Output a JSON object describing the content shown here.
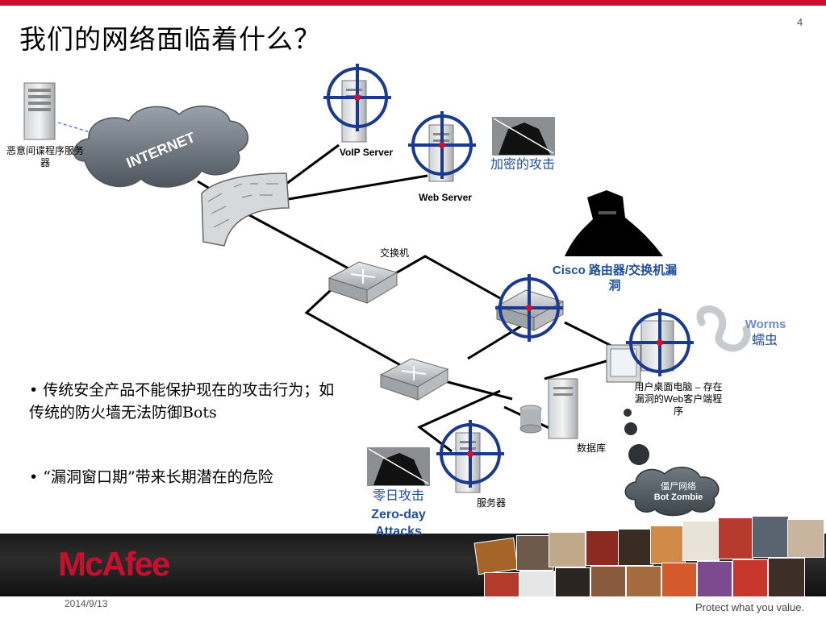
{
  "page": {
    "title": "我们的网络面临着什么？",
    "page_number": "4"
  },
  "diagram": {
    "internet_label": "INTERNET",
    "malicious_server_label": "恶意间谍程序服务器",
    "voip_server_label": "VoIP Server",
    "web_server_label": "Web Server",
    "encrypted_attack_label": "加密的攻击",
    "switch_label": "交换机",
    "cisco_vuln_label": "Cisco 路由器/交换机漏洞",
    "worms_label": "Worms",
    "worms_cn_label": "蠕虫",
    "desktop_label": "用户桌面电脑 – 存在漏洞的Web客户端程序",
    "database_label": "数据库",
    "server_label": "服务器",
    "zombie_label_cn": "僵尸网络",
    "zombie_label_en": "Bot Zombie",
    "zeroday_cn": "零日攻击",
    "zeroday_en": "Zero-day Attacks"
  },
  "bullets": [
    "• 传统安全产品不能保护现在的攻击行为；如传统的防火墙无法防御Bots",
    "• “漏洞窗口期”带来长期潜在的危险"
  ],
  "footer": {
    "logo": "McAfee",
    "date": "2014/9/13",
    "tagline": "Protect what you value."
  },
  "colors": {
    "accent": "#c8102e",
    "crosshair": "#1a3a8f",
    "label_blue": "#1f4e9a"
  }
}
